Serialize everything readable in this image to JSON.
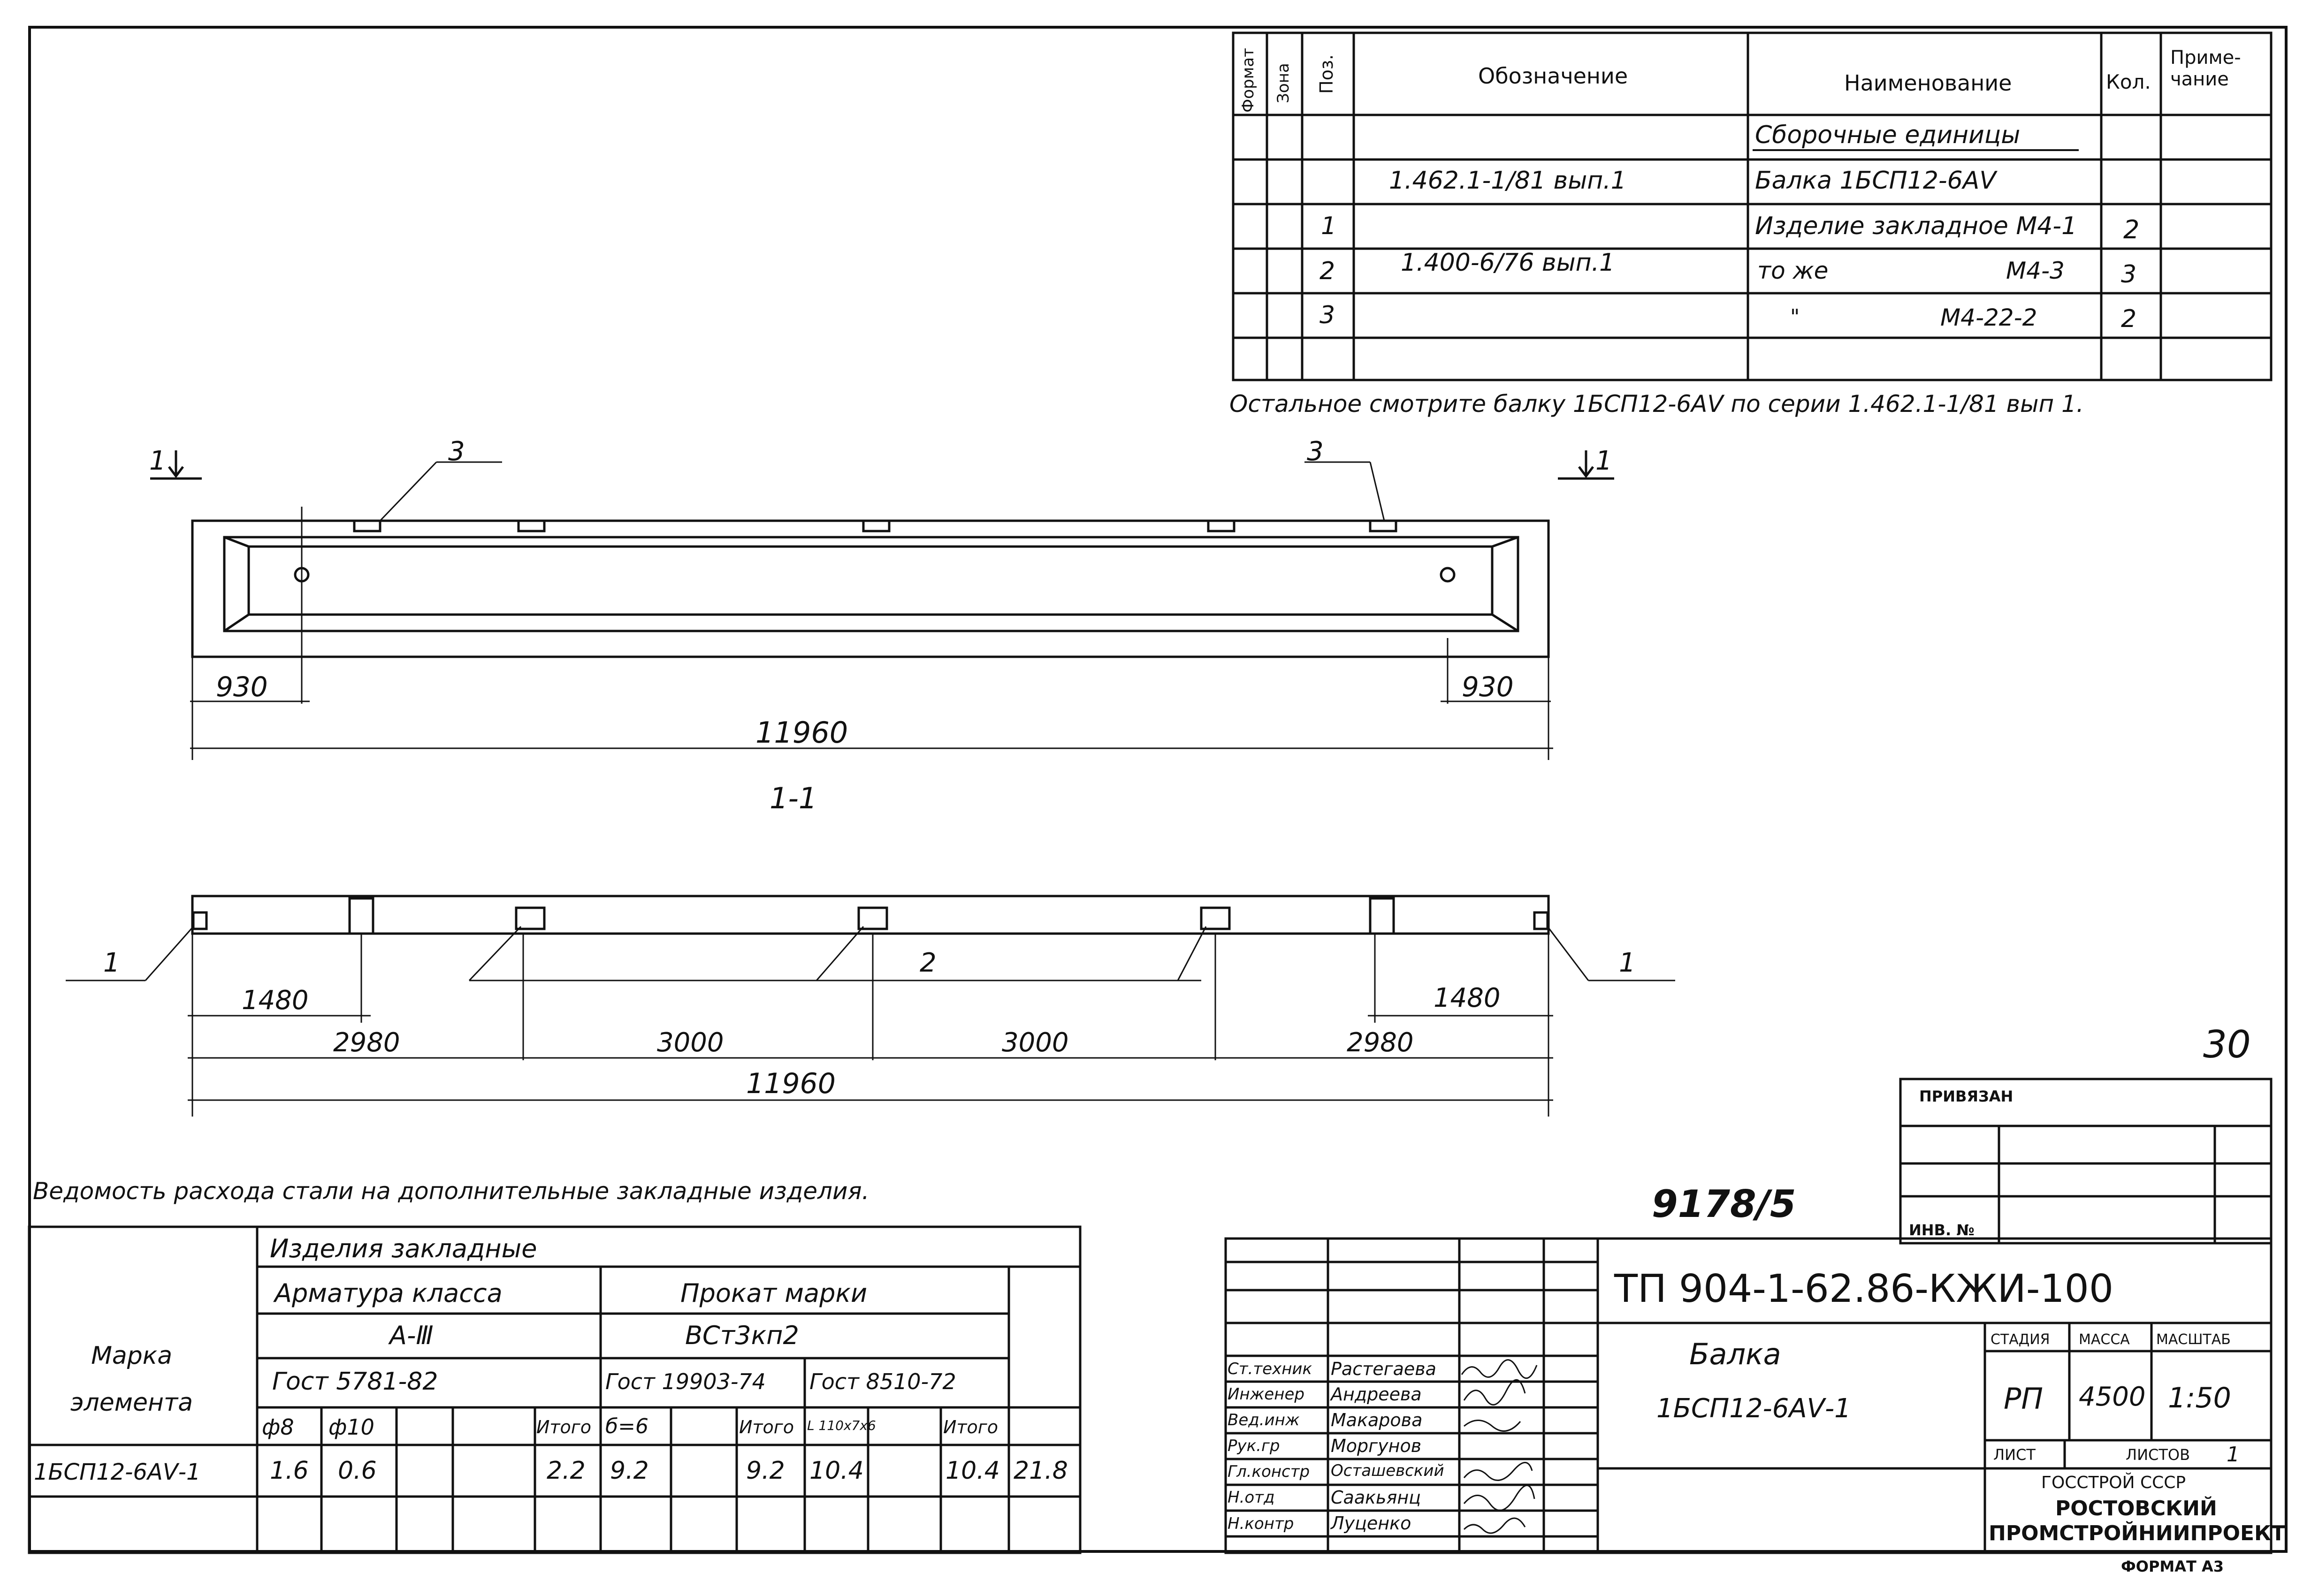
{
  "spec": {
    "headers": {
      "format": "Формат",
      "zone": "Зона",
      "pos": "Поз.",
      "designation": "Обозначение",
      "name": "Наименование",
      "qty": "Кол.",
      "note": "Приме-\nчание"
    },
    "rows": [
      {
        "pos": "",
        "designation": "",
        "name": "Сборочные единицы",
        "qty": ""
      },
      {
        "pos": "",
        "designation": "1.462.1-1/81 вып.1",
        "name": "Балка 1БСП12-6АⅤ",
        "qty": ""
      },
      {
        "pos": "1",
        "designation": "1.400-6/76 вып.1",
        "name": "Изделие закладное М4-1",
        "qty": "2"
      },
      {
        "pos": "2",
        "designation": "",
        "name": "то же",
        "name_mark": "М4-3",
        "qty": "3"
      },
      {
        "pos": "3",
        "designation": "",
        "name": "\"",
        "name_mark": "М4-22-2",
        "qty": "2"
      }
    ],
    "footnote": "Остальное смотрите балку 1БСП12-6АⅤ по серии 1.462.1-1/81 вып 1."
  },
  "drawing": {
    "section_mark": "1",
    "callouts": {
      "top_left": "3",
      "top_right": "3",
      "mid_left": "1",
      "mid_center": "2",
      "mid_right": "1"
    },
    "section_title": "1-1",
    "dims_top": {
      "left": "930",
      "right": "930",
      "total": "11960"
    },
    "dims_bottom": {
      "seg1": "1480",
      "seg1_right": "1480",
      "seg2": "2980",
      "seg3": "3000",
      "seg4": "3000",
      "seg5": "2980",
      "total": "11960"
    },
    "sheet_number_handwritten": "30"
  },
  "steel": {
    "title": "Ведомость расхода стали на дополнительные закладные изделия.",
    "header_group": "Изделия закладные",
    "col_mark": "Марка\nэлемента",
    "armature": "Арматура класса",
    "armature_class": "А-Ⅲ",
    "gost_arm": "Гост 5781-82",
    "prokat": "Прокат марки",
    "prokat_mark": "ВСт3кп2",
    "gost1": "Гост 19903-74",
    "gost2": "Гост 8510-72",
    "sub": {
      "d8": "ф8",
      "d10": "ф10",
      "itogo1": "Итого",
      "b6": "б=6",
      "itogo2": "Итого",
      "l": "L 110х7х6",
      "itogo3": "Итого"
    },
    "row": {
      "mark": "1БСП12-6АⅤ-1",
      "d8": "1.6",
      "d10": "0.6",
      "itogo1": "2.2",
      "b6": "9.2",
      "itogo2": "9.2",
      "l": "10.4",
      "itogo3": "10.4",
      "total": "21.8"
    }
  },
  "stamp": {
    "privyazan": "ПРИВЯЗАН",
    "inv": "ИНВ. №",
    "number": "9178/5",
    "code": "ТП 904-1-62.86-КЖИ-100",
    "title": "Балка",
    "subtitle": "1БСП12-6АⅤ-1",
    "stage_h": "СТАДИЯ",
    "mass_h": "МАССА",
    "scale_h": "МАСШТАБ",
    "stage": "РП",
    "mass": "4500",
    "scale": "1:50",
    "list_h": "ЛИСТ",
    "lists_h": "ЛИСТОВ",
    "lists": "1",
    "org1": "ГОССТРОЙ СССР",
    "org2": "РОСТОВСКИЙ",
    "org3": "ПРОМСТРОЙНИИПРОЕКТ",
    "format": "ФОРМАТ А3",
    "people": [
      {
        "role": "Ст.техник",
        "name": "Растегаева"
      },
      {
        "role": "Инженер",
        "name": "Андреева"
      },
      {
        "role": "Вед.инж",
        "name": "Макарова"
      },
      {
        "role": "Рук.гр",
        "name": "Моргунов"
      },
      {
        "role": "Гл.констр",
        "name": "Осташевский"
      },
      {
        "role": "Н.отд",
        "name": "Саакьянц"
      },
      {
        "role": "Н.контр",
        "name": "Луценко"
      }
    ]
  }
}
